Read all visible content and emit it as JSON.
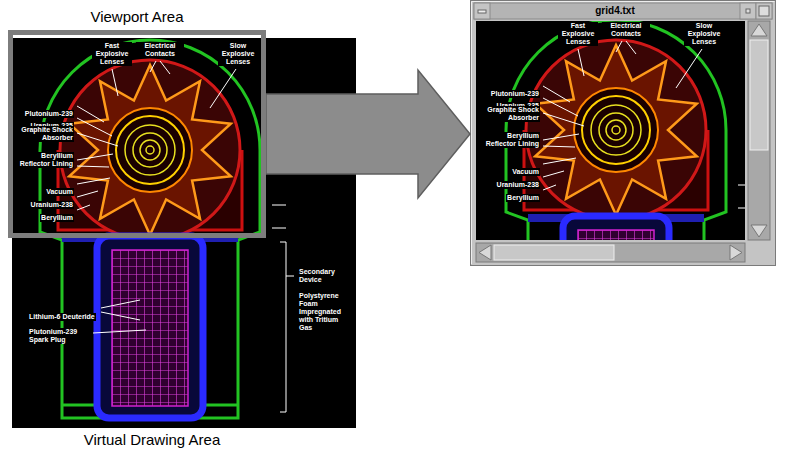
{
  "diagram": {
    "nodes": [
      {
        "text": [
          "Virtual Drawing Area"
        ]
      },
      {
        "text": [
          "Viewport Area"
        ],
        "in": 0
      },
      {
        "text": [
          "grid4.txt"
        ]
      }
    ],
    "edges": [
      {
        "from": 1,
        "to": 2,
        "arrow": "to"
      }
    ],
    "labels": [
      "Fast Explosive Lenses",
      "Electrical Contacts",
      "Slow Explosive Lenses",
      "Plutonium-239",
      "Uranium-235",
      "Graphite Shock Absorber",
      "Beryllium Reflector Lining",
      "Vacuum",
      "Uranium-238",
      "Beryllium",
      "Lithium-6 Deuteride",
      "Plutonium-239 Spark Plug",
      "Secondary Device",
      "Polystyrene Foam Impregnated with Tritium Gas",
      "Fast Explosive Lenses",
      "Electrical Contacts",
      "Slow Explosive Lenses",
      "Plutonium-239",
      "Uranium-235",
      "Graphite Shock Absorber",
      "Beryllium Reflector Lining",
      "Vacuum",
      "Uranium-238",
      "Beryllium"
    ]
  }
}
